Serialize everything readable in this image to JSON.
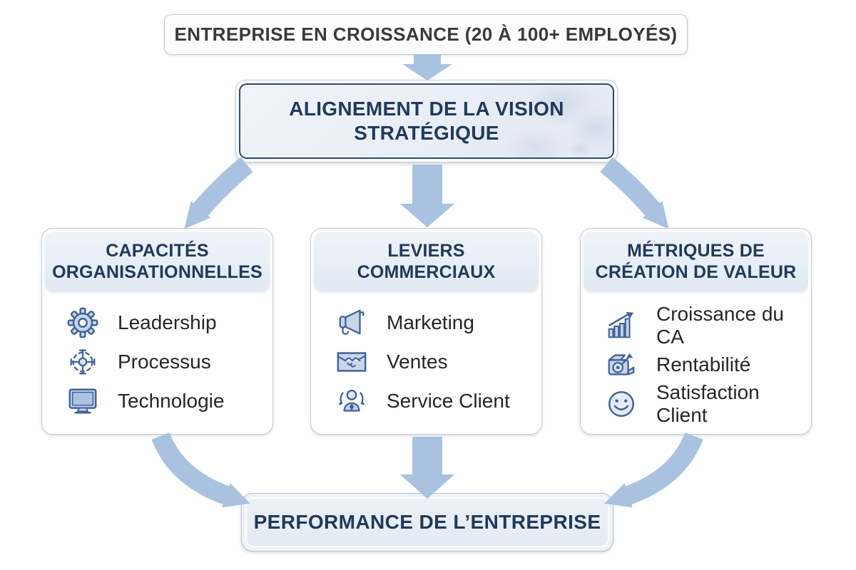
{
  "palette": {
    "arrow_fill": "#a8c2e0",
    "navy_text": "#21395c",
    "top_text": "#3a3a3a",
    "item_text": "#262626",
    "icon_stroke": "#41639b",
    "icon_fill": "#c9d6ea",
    "header_bg": "#e6edf5",
    "panel_bg": "#e9eef5",
    "navy_border": "#2d4a70"
  },
  "top_box": {
    "label": "ENTREPRISE EN CROISSANCE (20 À 100+ EMPLOYÉS)"
  },
  "vision_box": {
    "label": "ALIGNEMENT DE LA VISION\nSTRATÉGIQUE"
  },
  "columns": [
    {
      "title": "CAPACITÉS\nORGANISATIONNELLES",
      "items": [
        {
          "icon": "gear-icon",
          "label": "Leadership"
        },
        {
          "icon": "process-icon",
          "label": "Processus"
        },
        {
          "icon": "monitor-icon",
          "label": "Technologie"
        }
      ]
    },
    {
      "title": "LEVIERS\nCOMMERCIAUX",
      "items": [
        {
          "icon": "megaphone-icon",
          "label": "Marketing"
        },
        {
          "icon": "handshake-icon",
          "label": "Ventes"
        },
        {
          "icon": "customer-service-icon",
          "label": "Service Client"
        }
      ]
    },
    {
      "title": "MÉTRIQUES DE\nCRÉATION DE VALEUR",
      "items": [
        {
          "icon": "growth-chart-icon",
          "label": "Croissance du CA"
        },
        {
          "icon": "profitability-icon",
          "label": "Rentabilité"
        },
        {
          "icon": "smiley-icon",
          "label": "Satisfaction Client"
        }
      ]
    }
  ],
  "bottom_box": {
    "label": "PERFORMANCE DE L’ENTREPRISE"
  }
}
